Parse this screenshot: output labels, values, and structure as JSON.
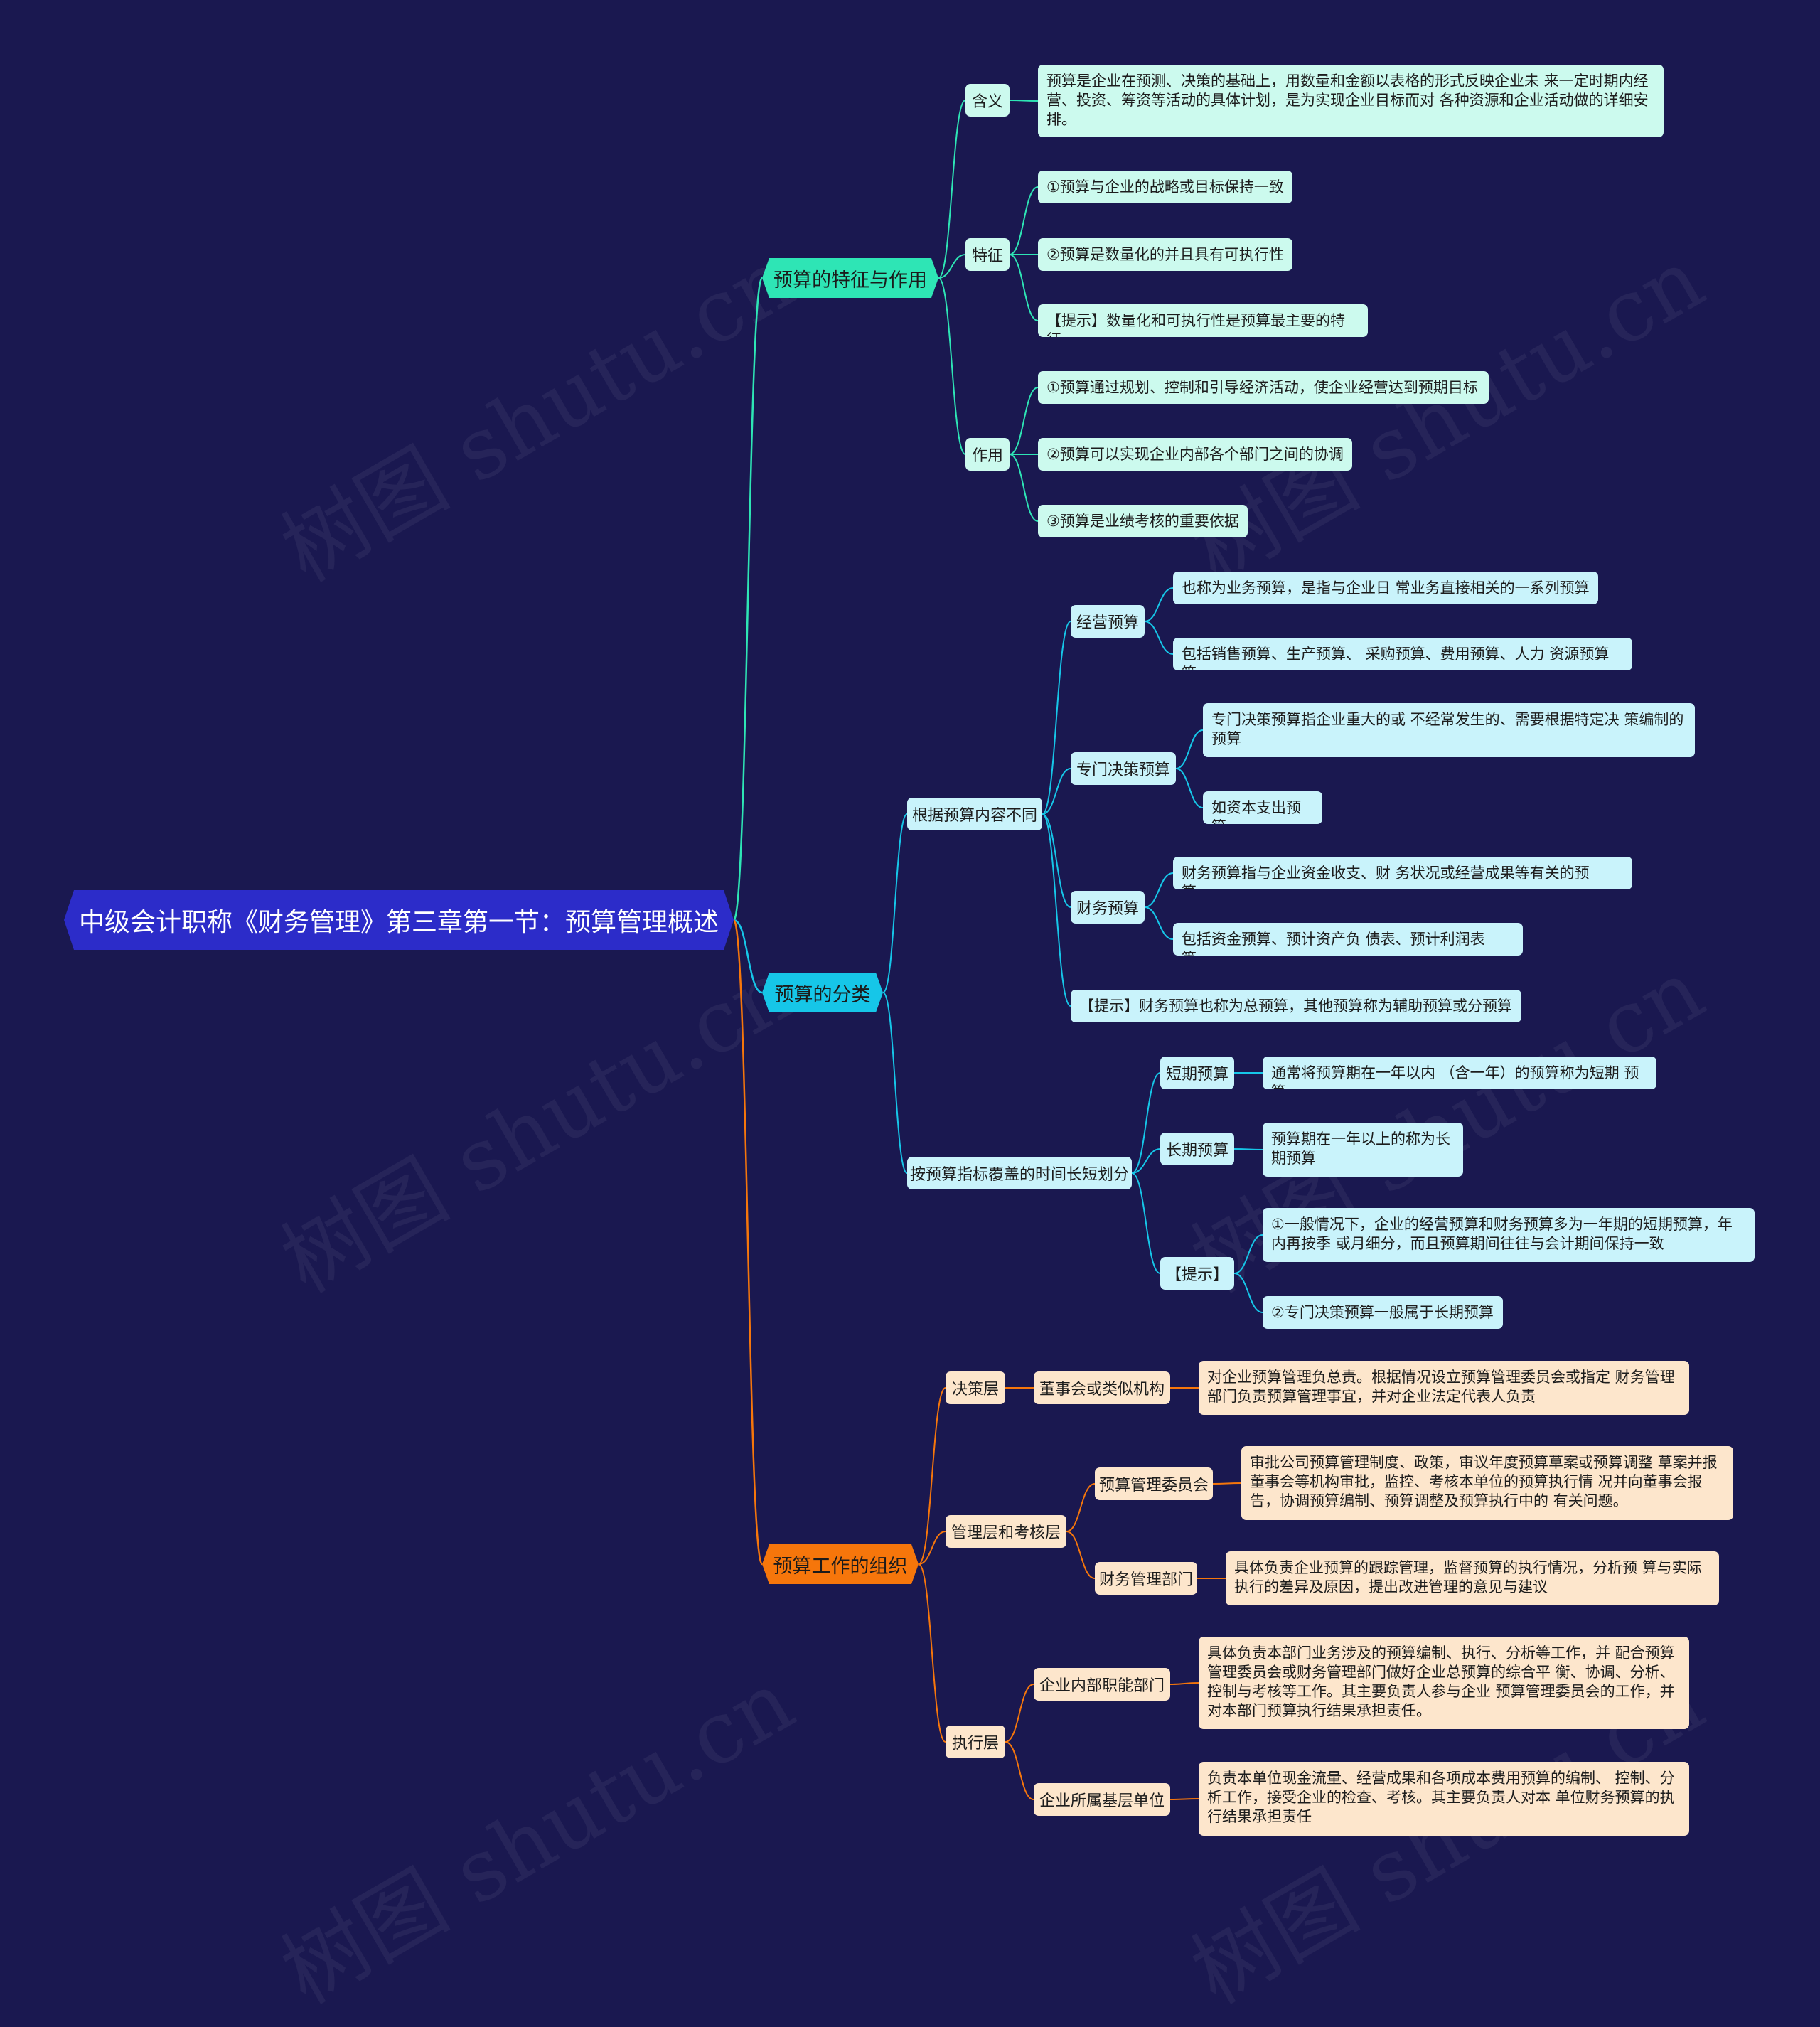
{
  "root": {
    "label": "中级会计职称《财务管理》第三章第一节：预算管理概述"
  },
  "branches": [
    {
      "label": "预算的特征与作用",
      "color": "#2ee5b5",
      "children": [
        {
          "label": "含义",
          "items": [
            "预算是企业在预测、决策的基础上，用数量和金额以表格的形式反映企业未 来一定时期内经营、投资、筹资等活动的具体计划，是为实现企业目标而对 各种资源和企业活动做的详细安排。"
          ]
        },
        {
          "label": "特征",
          "items": [
            "①预算与企业的战略或目标保持一致",
            "②预算是数量化的并且具有可执行性",
            "【提示】数量化和可执行性是预算最主要的特征"
          ]
        },
        {
          "label": "作用",
          "items": [
            "①预算通过规划、控制和引导经济活动，使企业经营达到预期目标",
            "②预算可以实现企业内部各个部门之间的协调",
            "③预算是业绩考核的重要依据"
          ]
        }
      ]
    },
    {
      "label": "预算的分类",
      "color": "#16c6e8",
      "children": [
        {
          "label": "根据预算内容不同",
          "children": [
            {
              "label": "经营预算",
              "items": [
                "也称为业务预算，是指与企业日 常业务直接相关的一系列预算",
                "包括销售预算、生产预算、 采购预算、费用预算、人力 资源预算等"
              ]
            },
            {
              "label": "专门决策预算",
              "items": [
                "专门决策预算指企业重大的或 不经常发生的、需要根据特定决 策编制的预算",
                "如资本支出预算"
              ]
            },
            {
              "label": "财务预算",
              "items": [
                "财务预算指与企业资金收支、财 务状况或经营成果等有关的预 算。",
                "包括资金预算、预计资产负 债表、预计利润表等。"
              ]
            },
            {
              "label": "【提示】财务预算也称为总预算，其他预算称为辅助预算或分预算"
            }
          ]
        },
        {
          "label": "按预算指标覆盖的时间长短划分",
          "children": [
            {
              "label": "短期预算",
              "items": [
                "通常将预算期在一年以内 （含一年）的预算称为短期 预算"
              ]
            },
            {
              "label": "长期预算",
              "items": [
                "预算期在一年以上的称为长期预算"
              ]
            },
            {
              "label": "【提示】",
              "items": [
                "①一般情况下，企业的经营预算和财务预算多为一年期的短期预算，年内再按季 或月细分，而且预算期间往往与会计期间保持一致",
                "②专门决策预算一般属于长期预算"
              ]
            }
          ]
        }
      ]
    },
    {
      "label": "预算工作的组织",
      "color": "#f6760b",
      "children": [
        {
          "label": "决策层",
          "children": [
            {
              "label": "董事会或类似机构",
              "items": [
                "对企业预算管理负总责。根据情况设立预算管理委员会或指定 财务管理部门负责预算管理事宜，并对企业法定代表人负责"
              ]
            }
          ]
        },
        {
          "label": "管理层和考核层",
          "children": [
            {
              "label": "预算管理委员会",
              "items": [
                "审批公司预算管理制度、政策，审议年度预算草案或预算调整 草案并报董事会等机构审批，监控、考核本单位的预算执行情 况并向董事会报告，协调预算编制、预算调整及预算执行中的 有关问题。"
              ]
            },
            {
              "label": "财务管理部门",
              "items": [
                "具体负责企业预算的跟踪管理，监督预算的执行情况，分析预 算与实际执行的差异及原因，提出改进管理的意见与建议"
              ]
            }
          ]
        },
        {
          "label": "执行层",
          "children": [
            {
              "label": "企业内部职能部门",
              "items": [
                "具体负责本部门业务涉及的预算编制、执行、分析等工作，并 配合预算管理委员会或财务管理部门做好企业总预算的综合平 衡、协调、分析、控制与考核等工作。其主要负责人参与企业 预算管理委员会的工作，并对本部门预算执行结果承担责任。"
              ]
            },
            {
              "label": "企业所属基层单位",
              "items": [
                "负责本单位现金流量、经营成果和各项成本费用预算的编制、 控制、分析工作，接受企业的检查、考核。其主要负责人对本 单位财务预算的执行结果承担责任"
              ]
            }
          ]
        }
      ]
    }
  ],
  "watermark": "树图 shutu.cn"
}
